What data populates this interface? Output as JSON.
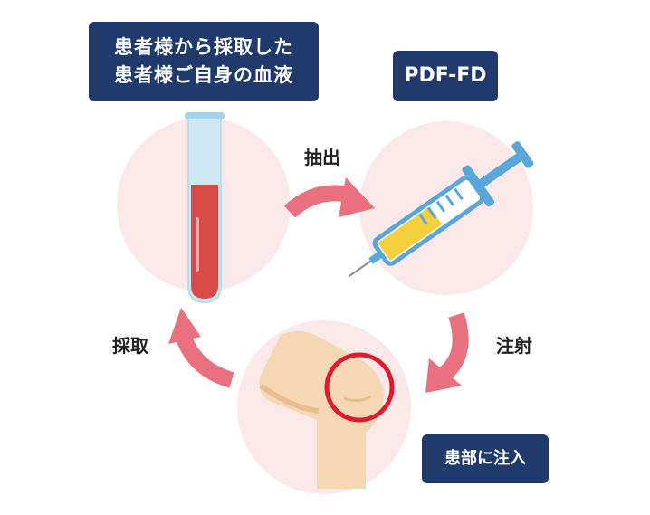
{
  "top_box": {
    "line1": "患者様から採取した",
    "line2": "患者様ご自身の血液"
  },
  "pdf_box": {
    "label": "PDF-FD"
  },
  "knee_box": {
    "label": "患部に注入"
  },
  "steps": {
    "extract": "抽出",
    "inject": "注射",
    "collect": "採取"
  },
  "colors": {
    "navy": "#1f3a6b",
    "pink_circle": "#fbe9ea",
    "arrow": "#e8707f",
    "blood": "#d84a45",
    "tube": "#cfe8f5",
    "syringe_blue": "#5aa6db",
    "syringe_yellow": "#f4d03f",
    "skin": "#f6d7b3",
    "highlight_ring": "#e0192b"
  },
  "icons": [
    "test-tube-icon",
    "syringe-icon",
    "knee-icon",
    "cycle-arrow-icon"
  ]
}
